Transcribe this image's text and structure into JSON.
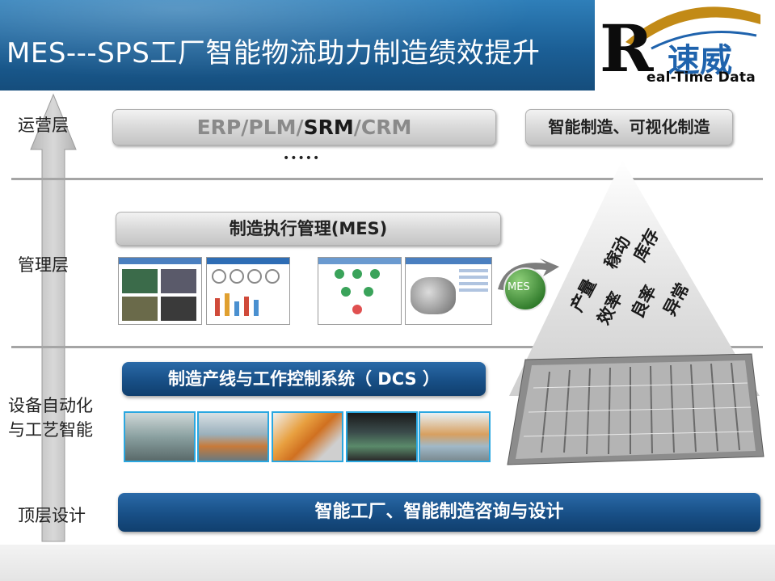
{
  "title": "MES---SPS工厂智能物流助力制造绩效提升",
  "logo": {
    "letter": "R",
    "cn": "速威",
    "en": "eal-Time Data"
  },
  "layers": {
    "operation": "运营层",
    "management": "管理层",
    "automation_line1": "设备自动化",
    "automation_line2": "与工艺智能",
    "design": "顶层设计"
  },
  "ops_bar": {
    "part1": "ERP/PLM/",
    "part2": "SRM",
    "part3": "/CRM"
  },
  "smart_box": "智能制造、可视化制造",
  "ellipsis": "•••••",
  "mes_bar": "制造执行管理(MES)",
  "mes_badge": "MES",
  "dcs_bar": "制造产线与工作控制系统（ DCS ）",
  "design_bar": "智能工厂、智能制造咨询与设计",
  "kpis": [
    "产量",
    "稼动",
    "库存",
    "效率",
    "良率",
    "异常"
  ],
  "colors": {
    "header": "#1b5f96",
    "dark_blue": "#184f86",
    "photo_border": "#2aa7e0",
    "logo_blue": "#1f63ad",
    "badge_green": "#3f8f3a"
  }
}
